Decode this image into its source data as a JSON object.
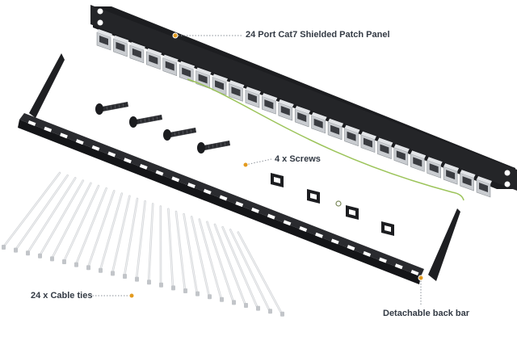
{
  "callouts": {
    "patch_panel": "24 Port Cat7 Shielded Patch Panel",
    "screws": "4 x Screws",
    "cable_ties": "24 x Cable ties",
    "back_bar": "Detachable back bar"
  },
  "colors": {
    "accent_dot": "#e39a1e",
    "dotted_line": "#8a9098",
    "panel_dark": "#1c1d20",
    "keystone_metal": "#c9ccd0",
    "ground_wire": "#9cc45a",
    "label_text": "#333a44"
  }
}
